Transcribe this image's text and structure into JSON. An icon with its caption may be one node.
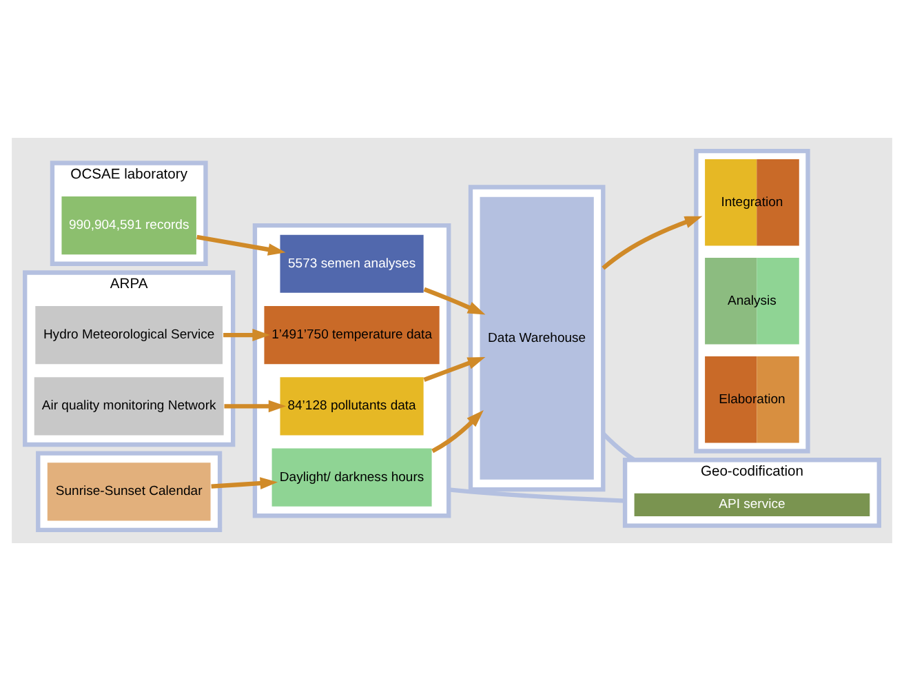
{
  "diagram": {
    "nodes": [
      {
        "text": [
          "OCSAE laboratory"
        ]
      },
      {
        "text": [
          "990,904,591 records"
        ],
        "in": 0
      },
      {
        "text": [
          "ARPA"
        ]
      },
      {
        "text": [
          "Hydro Meteorological Service"
        ],
        "in": 2
      },
      {
        "text": [
          "Air quality monitoring Network"
        ],
        "in": 2
      },
      {
        "text": [],
        "shape": "box"
      },
      {
        "text": [
          "Sunrise-Sunset Calendar"
        ],
        "in": 5
      },
      {
        "text": [],
        "shape": "box"
      },
      {
        "text": [
          "5573 semen analyses"
        ],
        "in": 7
      },
      {
        "text": [
          "1’491’750 temperature data"
        ],
        "in": 7
      },
      {
        "text": [
          "84’128 pollutants data"
        ],
        "in": 7
      },
      {
        "text": [
          "Daylight/ darkness hours"
        ],
        "in": 7
      },
      {
        "text": [],
        "shape": "box"
      },
      {
        "text": [
          "Data Warehouse"
        ],
        "in": 12
      },
      {
        "text": [],
        "shape": "box"
      },
      {
        "text": [
          "Integration"
        ],
        "in": 14
      },
      {
        "text": [
          "Analysis"
        ],
        "in": 14
      },
      {
        "text": [
          "Elaboration"
        ],
        "in": 14
      },
      {
        "text": [
          "Geo-codification"
        ]
      },
      {
        "text": [
          "API service"
        ],
        "in": 18
      }
    ],
    "edges": [
      {
        "from": 1,
        "to": 8,
        "arrow": "to"
      },
      {
        "from": 3,
        "to": 9,
        "arrow": "to"
      },
      {
        "from": 4,
        "to": 10,
        "arrow": "to"
      },
      {
        "from": 6,
        "to": 11,
        "arrow": "to"
      },
      {
        "from": 8,
        "to": 13,
        "arrow": "to"
      },
      {
        "from": 10,
        "to": 13,
        "arrow": "to"
      },
      {
        "from": 11,
        "to": 13,
        "arrow": "to"
      },
      {
        "from": 12,
        "to": 14,
        "arrow": "to"
      },
      {
        "from": 7,
        "to": 18,
        "arrow": "none",
        "color": "#b4c0e0"
      },
      {
        "from": 12,
        "to": 18,
        "arrow": "none",
        "color": "#b4c0e0"
      }
    ]
  }
}
